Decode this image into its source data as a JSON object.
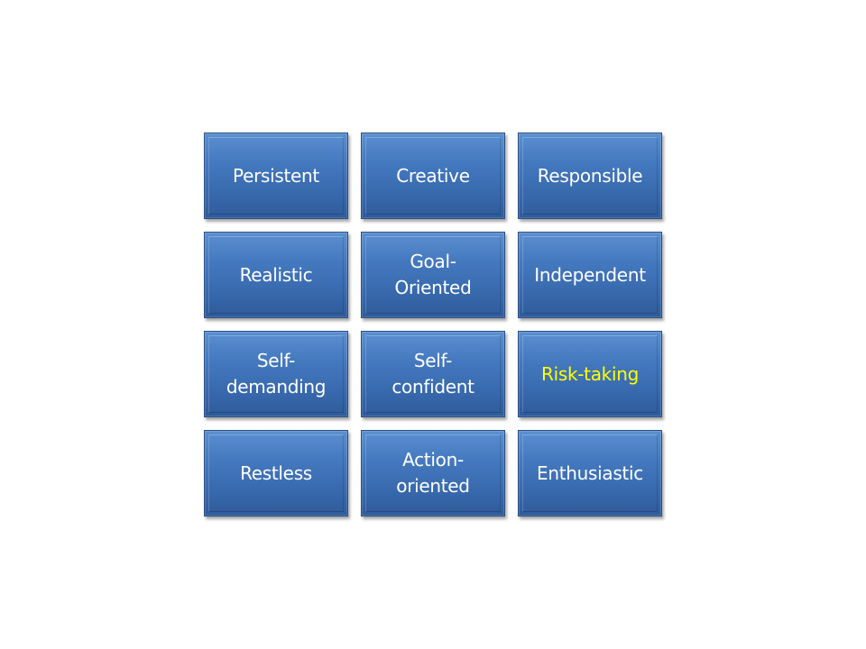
{
  "boxes": [
    {
      "label": "Persistent",
      "highlight": false
    },
    {
      "label": "Creative",
      "highlight": false
    },
    {
      "label": "Responsible",
      "highlight": false
    },
    {
      "label": "Realistic",
      "highlight": false
    },
    {
      "label": "Goal-\nOriented",
      "highlight": false
    },
    {
      "label": "Independent",
      "highlight": false
    },
    {
      "label": "Self-\ndemanding",
      "highlight": false
    },
    {
      "label": "Self-\nconfident",
      "highlight": false
    },
    {
      "label": "Risk-taking",
      "highlight": true
    },
    {
      "label": "Restless",
      "highlight": false
    },
    {
      "label": "Action-\noriented",
      "highlight": false
    },
    {
      "label": "Enthusiastic",
      "highlight": false
    }
  ],
  "colors": {
    "box_fill": "#4479bf",
    "text": "#ffffff",
    "highlight_text": "#ffff00"
  }
}
